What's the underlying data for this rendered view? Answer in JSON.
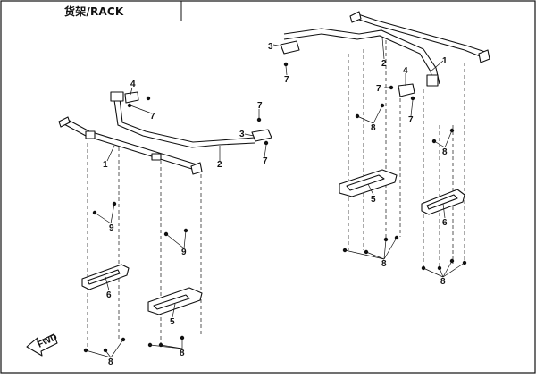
{
  "header": {
    "title": "货架/RACK"
  },
  "fwd_label": "FWD",
  "callouts": {
    "left_rail_main": "1",
    "left_rail_rear": "2",
    "left_bracket_top": "4",
    "left_bolt_top": "7",
    "left_clamp": "3",
    "left_clamp_bolt": "7",
    "left_clamp_bolt_lower": "7",
    "left_nut_9a": "9",
    "left_nut_9b": "9",
    "left_support_6": "6",
    "left_support_5": "5",
    "left_bolts_8a": "8",
    "left_bolts_8b": "8",
    "right_rail_main": "1",
    "right_rail_rear": "2",
    "right_clamp": "3",
    "right_clamp_bolt": "7",
    "right_bracket": "4",
    "right_bracket_bolt": "7",
    "right_bracket_bolt_b": "7",
    "right_nut_8a": "8",
    "right_nut_8b": "8",
    "right_support_5": "5",
    "right_support_6": "6",
    "right_bolts_8c": "8",
    "right_bolts_8d": "8"
  }
}
